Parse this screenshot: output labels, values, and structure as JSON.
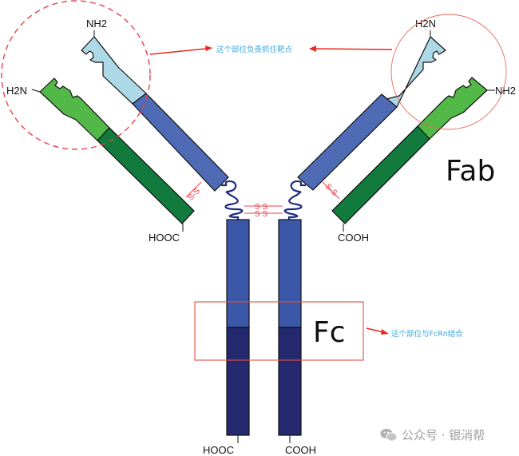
{
  "diagram": {
    "type": "antibody-structure",
    "colors": {
      "heavy_variable": "#add8e6",
      "heavy_constant": "#4f6bb5",
      "fc_upper": "#3b57a8",
      "fc_lower": "#24286e",
      "light_variable": "#52b848",
      "light_constant": "#117a3c",
      "disulfide": "#e8404a",
      "hinge": "#1e2a80",
      "annotation": "#e8281e",
      "note_text": "#3aa8e0"
    },
    "labels": {
      "left_heavy_n": "NH2",
      "left_light_n": "H2N",
      "right_heavy_n": "H2N",
      "right_light_n": "NH2",
      "left_light_c": "HOOC",
      "right_light_c": "COOH",
      "left_fc_c": "HOOC",
      "right_fc_c": "COOH",
      "disulfide": "S-S"
    },
    "regions": {
      "fab": "Fab",
      "fc": "Fc"
    },
    "annotations": {
      "antigen_binding": "这个部位负责抓住靶点",
      "fcrn_binding": "这个部位与FcRn结合"
    },
    "watermark": {
      "text": "公众号 · 银消帮"
    }
  }
}
